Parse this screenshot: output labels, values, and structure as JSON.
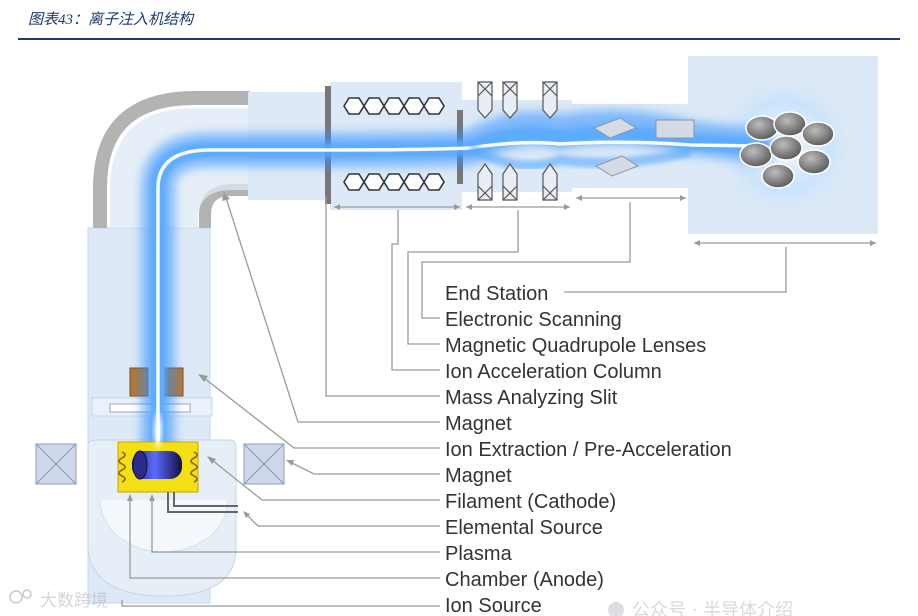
{
  "caption": "图表43：离子注入机结构",
  "labels": [
    "End Station",
    "Electronic Scanning",
    "Magnetic Quadrupole Lenses",
    "Ion Acceleration Column",
    "Mass Analyzing Slit",
    "Magnet",
    "Ion Extraction / Pre-Acceleration",
    "Magnet",
    "Filament (Cathode)",
    "Elemental Source",
    "Plasma",
    "Chamber (Anode)",
    "Ion Source"
  ],
  "watermarks": [
    "大数跨境",
    "公众号 · 半导体介绍"
  ],
  "colors": {
    "beam": "#2f8fff",
    "beam_core": "#ffffff",
    "housing": "#dbe8f6",
    "caption": "#1f3a6e",
    "source_yellow": "#f2df14",
    "magnet_brown": "#b0793a"
  }
}
